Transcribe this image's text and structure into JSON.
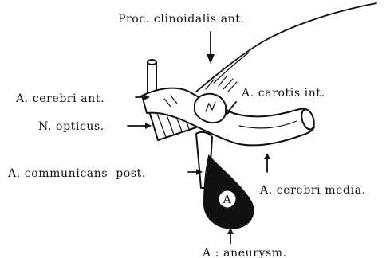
{
  "labels": {
    "proc_clinoidalis": "Proc. clinoidalis ant.",
    "a_cerebri_ant": "A. cerebri ant.",
    "a_carotis_int": "A. carotis int.",
    "n_opticus": "N. opticus.",
    "a_communicans_post": "A. communicans  post.",
    "a_cerebri_media": "A. cerebri media.",
    "aneurysm_marker": "A",
    "aneurysm_caption": "A : aneurysm."
  },
  "colors": {
    "ink": "#111111",
    "paper": "#ffffff"
  }
}
